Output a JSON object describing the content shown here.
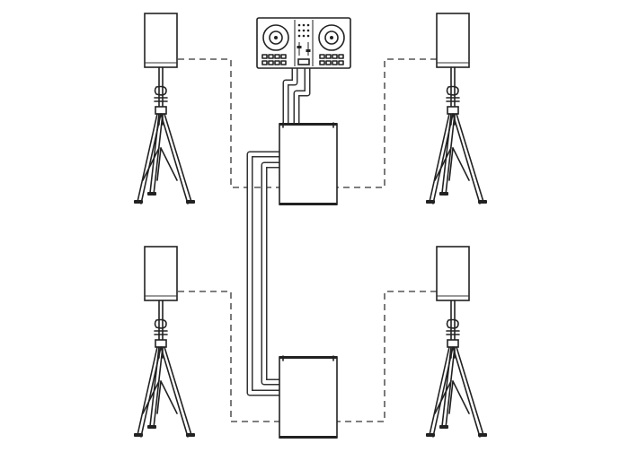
{
  "colors": {
    "line": "#222222",
    "background": "#ffffff"
  },
  "components": {
    "controller": {
      "icon": "dj-controller-icon"
    },
    "subwoofers": [
      {
        "id": "subwoofer-top",
        "icon": "subwoofer-icon"
      },
      {
        "id": "subwoofer-bottom",
        "icon": "subwoofer-icon"
      }
    ],
    "speakers": [
      {
        "id": "speaker-top-left",
        "icon": "speaker-on-stand-icon"
      },
      {
        "id": "speaker-top-right",
        "icon": "speaker-on-stand-icon"
      },
      {
        "id": "speaker-bottom-left",
        "icon": "speaker-on-stand-icon"
      },
      {
        "id": "speaker-bottom-right",
        "icon": "speaker-on-stand-icon"
      }
    ]
  },
  "connections": [
    {
      "from": "controller",
      "to": "subwoofer-top",
      "style": "solid"
    },
    {
      "from": "subwoofer-top",
      "to": "subwoofer-bottom",
      "style": "solid"
    },
    {
      "from": "subwoofer-top",
      "to": "speaker-top-left",
      "style": "dashed"
    },
    {
      "from": "subwoofer-top",
      "to": "speaker-top-right",
      "style": "dashed"
    },
    {
      "from": "subwoofer-bottom",
      "to": "speaker-bottom-left",
      "style": "dashed"
    },
    {
      "from": "subwoofer-bottom",
      "to": "speaker-bottom-right",
      "style": "dashed"
    }
  ]
}
